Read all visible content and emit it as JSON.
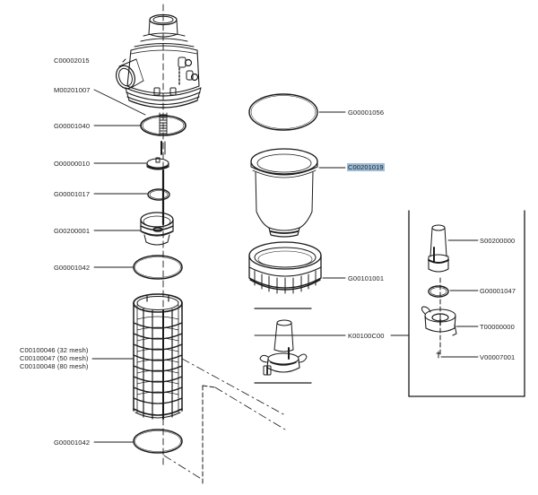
{
  "diagram": {
    "title": "Filter exploded view — part numbers",
    "highlight_color": "#9bbbd6",
    "ink_color": "#1a1a1a",
    "main_assembly": {
      "labels": [
        {
          "id": "head",
          "part": "C00002015",
          "component": "filter head / body"
        },
        {
          "id": "spring",
          "part": "M00201007",
          "component": "spring"
        },
        {
          "id": "oring-1",
          "part": "G00001040",
          "component": "o-ring"
        },
        {
          "id": "disc",
          "part": "O00000010",
          "component": "disc / valve"
        },
        {
          "id": "oring-2",
          "part": "G00001017",
          "component": "o-ring"
        },
        {
          "id": "support",
          "part": "G00200001",
          "component": "cartridge support"
        },
        {
          "id": "oring-3",
          "part": "G00001042",
          "component": "o-ring"
        },
        {
          "id": "screen",
          "parts": [
            "C00100046 (32 mesh)",
            "C00100047 (50 mesh)",
            "C00100048 (80 mesh)"
          ],
          "component": "mesh screen cartridge"
        },
        {
          "id": "oring-4",
          "part": "G00001042",
          "component": "o-ring"
        }
      ]
    },
    "bowl_assembly": {
      "labels": [
        {
          "id": "bowl-oring",
          "part": "G00001056",
          "component": "bowl o-ring"
        },
        {
          "id": "bowl",
          "part": "C00201019",
          "component": "bowl",
          "highlighted": true
        },
        {
          "id": "ring-nut",
          "part": "G00101001",
          "component": "ring nut"
        },
        {
          "id": "drain-kit",
          "part": "K00100C00",
          "component": "drain valve kit"
        }
      ]
    },
    "drain_kit_detail": {
      "labels": [
        {
          "id": "spout",
          "part": "S00200000",
          "component": "drain spout"
        },
        {
          "id": "kit-oring",
          "part": "G00001047",
          "component": "o-ring"
        },
        {
          "id": "tap-body",
          "part": "T00000000",
          "component": "tap body"
        },
        {
          "id": "screw",
          "part": "V00007001",
          "component": "screw"
        }
      ]
    }
  }
}
